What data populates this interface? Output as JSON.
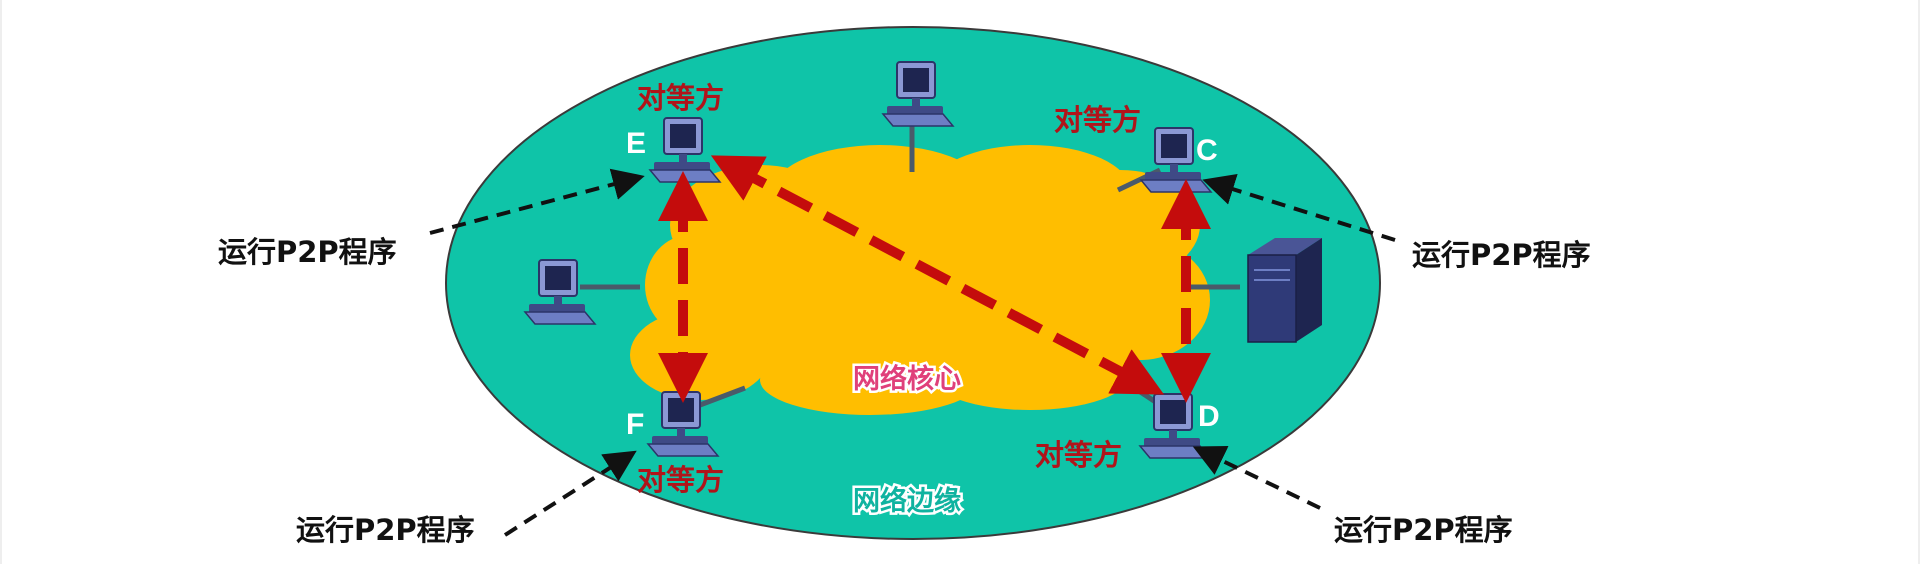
{
  "diagram": {
    "nodes": {
      "E": "E",
      "C": "C",
      "F": "F",
      "D": "D"
    },
    "peer_labels": {
      "e": "对等方",
      "c": "对等方",
      "f": "对等方",
      "d": "对等方"
    },
    "callouts": {
      "left_top": "运行P2P程序",
      "right_top": "运行P2P程序",
      "left_bottom": "运行P2P程序",
      "right_bottom": "运行P2P程序"
    },
    "core_label": "网络核心",
    "edge_label": "网络边缘",
    "colors": {
      "network_edge": "#0fc4a8",
      "network_core": "#ffbe00",
      "peer_arrow": "#c40c0c",
      "callout_line": "#111111",
      "host_body": "#5a6ab0"
    }
  }
}
